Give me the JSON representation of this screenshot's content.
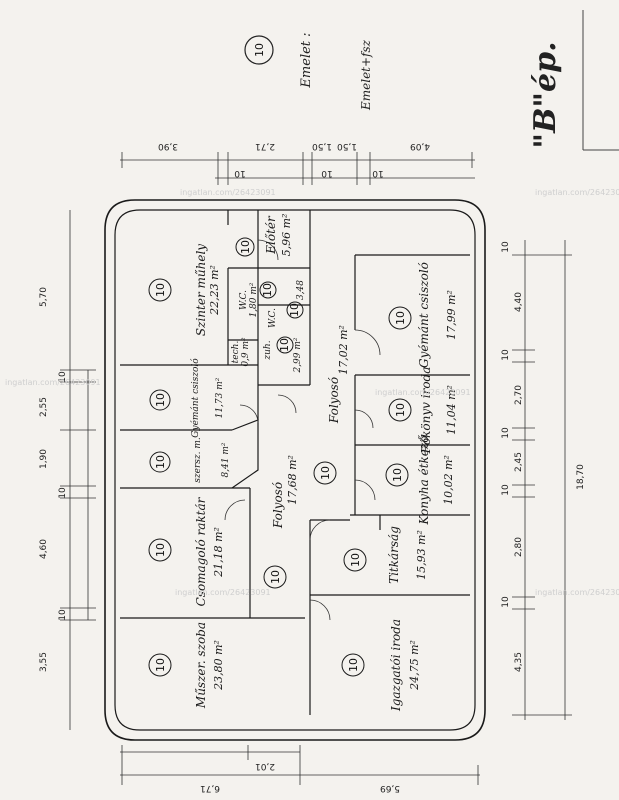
{
  "header": {
    "title_b": "\"B\"ép.",
    "emelet_1": "Emelet :",
    "emelet_2": "Emelet+fsz",
    "floor_circle": "10"
  },
  "watermark": "ingatlan.com/26423091",
  "rooms": [
    {
      "id": "szinter",
      "label": "Szinter műhely",
      "area": "22,23 m²",
      "num": "10"
    },
    {
      "id": "eloter",
      "label": "Előtér",
      "area": "5,96 m²",
      "num": "10"
    },
    {
      "id": "wc1",
      "label": "W.C.",
      "area": "1,80 m²",
      "num": "10"
    },
    {
      "id": "wc2",
      "label": "W.C.",
      "area": "3,48",
      "num": "10"
    },
    {
      "id": "tech",
      "label": "tech.",
      "area": "0,9 m²"
    },
    {
      "id": "zuh",
      "label": "zuh.",
      "area": "2,99 m²",
      "num": "10"
    },
    {
      "id": "gyem_csiszolo_left",
      "label": "Gyémánt csiszoló",
      "area": "11,73 m²",
      "num": "10"
    },
    {
      "id": "szersz",
      "label": "szersz. m.",
      "area": "8,41 m²",
      "num": "10"
    },
    {
      "id": "csomagolo",
      "label": "Csomagoló raktár",
      "area": "21,18 m²",
      "num": "10"
    },
    {
      "id": "folyoso_left",
      "label": "Folyosó",
      "area": "17,68 m²",
      "num": "10"
    },
    {
      "id": "folyoso_right",
      "label": "Folyosó",
      "area": "17,02 m²",
      "num": "10"
    },
    {
      "id": "gyem_csiszolo_right",
      "label": "Gyémánt csiszoló",
      "area": "17,99 m²",
      "num": "10"
    },
    {
      "id": "fokonyv",
      "label": "Főkönyv iroda",
      "area": "11,04 m²",
      "num": "10"
    },
    {
      "id": "konyha",
      "label": "Konyha étkező",
      "area": "10,02 m²",
      "num": "10"
    },
    {
      "id": "titkarsag",
      "label": "Titkárság",
      "area": "15,93 m²",
      "num": "10"
    },
    {
      "id": "muszer",
      "label": "Műszer. szoba",
      "area": "23,80 m²",
      "num": "10"
    },
    {
      "id": "igazgatoi",
      "label": "Igazgatói iroda",
      "area": "24,75 m²",
      "num": "10"
    }
  ],
  "dimensions": {
    "top": [
      "3,90",
      "2,71",
      "1,50",
      "1,50",
      "4,09"
    ],
    "top_small": [
      "10",
      "10",
      "10"
    ],
    "left": [
      "5,70",
      "2,55",
      "1,90",
      "4,60",
      "3,55"
    ],
    "left_small": [
      "10",
      "10",
      "10"
    ],
    "right": [
      "4,40",
      "2,70",
      "2,45",
      "2,80",
      "4,35"
    ],
    "right_small": [
      "10",
      "10",
      "10",
      "10",
      "10"
    ],
    "right_total": "18,70",
    "bottom": [
      "2,01",
      "6,71",
      "5,69"
    ]
  }
}
